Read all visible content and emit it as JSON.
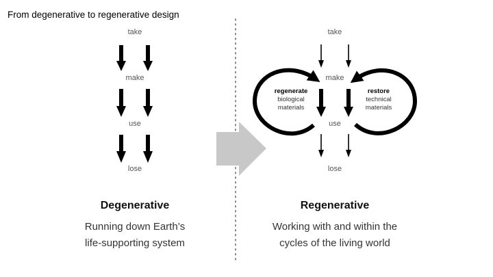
{
  "title": "From degenerative to regenerative design",
  "degenerative": {
    "steps": [
      "take",
      "make",
      "use",
      "lose"
    ],
    "heading": "Degenerative",
    "description_line1": "Running down Earth’s",
    "description_line2": "life-supporting system"
  },
  "regenerative": {
    "steps": [
      "take",
      "make",
      "use",
      "lose"
    ],
    "loop_left_title": "regenerate",
    "loop_left_line1": "biological",
    "loop_left_line2": "materials",
    "loop_right_title": "restore",
    "loop_right_line1": "technical",
    "loop_right_line2": "materials",
    "heading": "Regenerative",
    "description_line1": "Working with and within the",
    "description_line2": "cycles of the living world"
  },
  "colors": {
    "arrow": "#000000",
    "transition_arrow": "#c8c8c8",
    "divider": "#888888",
    "label": "#555555"
  }
}
